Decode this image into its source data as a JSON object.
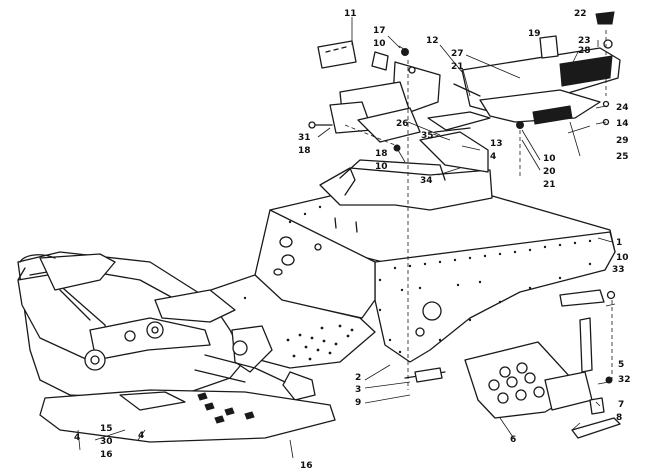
{
  "callouts": [
    "11",
    "17",
    "10",
    "12",
    "27",
    "21",
    "19",
    "22",
    "23",
    "28",
    "24",
    "14",
    "29",
    "25",
    "26",
    "35",
    "13",
    "4",
    "31",
    "18",
    "18",
    "10",
    "10",
    "20",
    "21",
    "34",
    "1",
    "10",
    "33",
    "2",
    "3",
    "9",
    "5",
    "7",
    "32",
    "8",
    "6",
    "15",
    "4",
    "30",
    "4",
    "16",
    "16"
  ],
  "colors": {
    "line": "#1a1a1a",
    "background": "#ffffff"
  }
}
